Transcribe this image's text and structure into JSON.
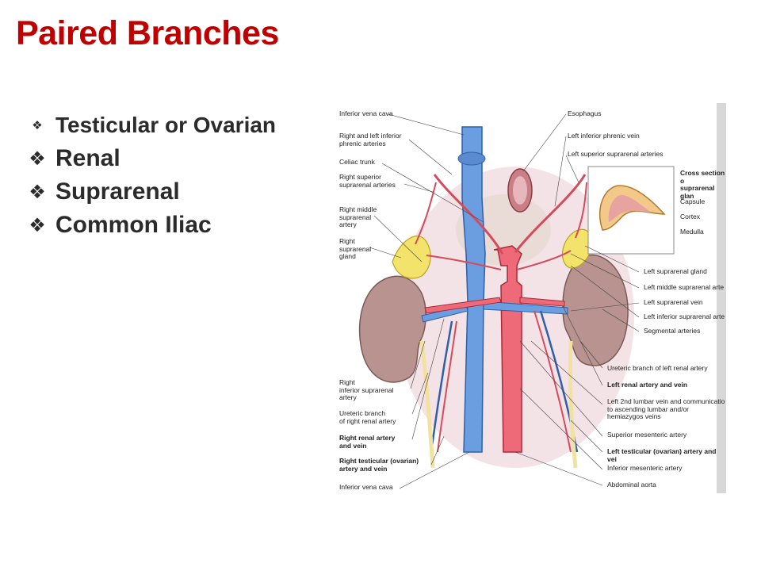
{
  "slide": {
    "title": "Paired Branches",
    "bullets": [
      "Testicular or Ovarian",
      "Renal",
      "Suprarenal",
      "Common Iliac"
    ]
  },
  "figure": {
    "left_labels": {
      "ivc_top": "Inferior vena cava",
      "phrenic": "Right and left inferior\nphrenic arteries",
      "celiac": "Celiac trunk",
      "sup_supra": "Right superior\nsuprarenal arteries",
      "mid_supra": "Right middle\nsuprarenal\nartery",
      "gland": "Right\nsuprarenal\ngland",
      "inf_supra": "Right\ninferior suprarenal\nartery",
      "ureteric": "Ureteric branch\nof right renal artery",
      "renal": "Right renal artery\nand vein",
      "testicular": "Right testicular (ovarian)\nartery and vein",
      "ivc_bottom": "Inferior vena cava"
    },
    "right_labels": {
      "esophagus": "Esophagus",
      "phrenic_vein": "Left inferior phrenic vein",
      "sup_supra": "Left superior suprarenal arteries",
      "gland": "Left suprarenal gland",
      "mid_supra": "Left middle suprarenal arte",
      "supra_vein": "Left suprarenal vein",
      "inf_supra": "Left inferior suprarenal arte",
      "segmental": "Segmental arteries",
      "ureteric": "Ureteric branch of left renal artery",
      "renal": "Left renal artery and vein",
      "lumbar": "Left 2nd lumbar vein and communicatio\nto ascending lumbar and/or\nhemiazygos veins",
      "sma": "Superior mesenteric artery",
      "testicular": "Left testicular (ovarian) artery and vei",
      "ima": "Inferior mesenteric artery",
      "aorta": "Abdominal aorta"
    },
    "inset": {
      "heading": "Cross section o\nsuprarenal glan",
      "capsule": "Capsule",
      "cortex": "Cortex",
      "medulla": "Medulla"
    }
  }
}
